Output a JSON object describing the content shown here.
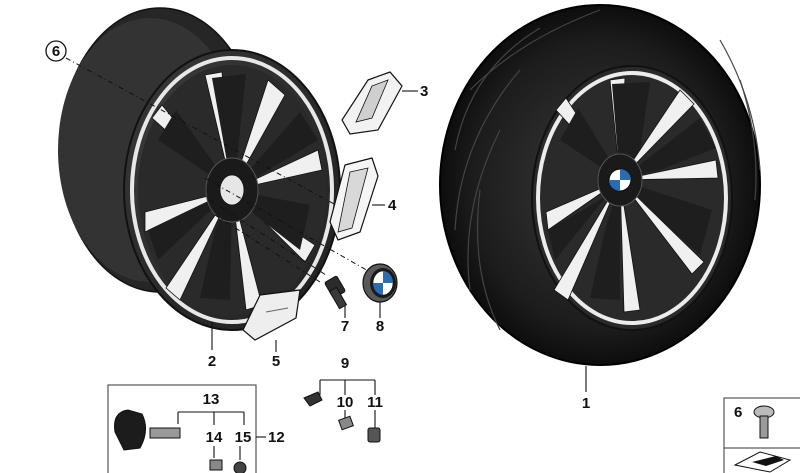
{
  "callouts": {
    "c1": "1",
    "c2": "2",
    "c3": "3",
    "c4": "4",
    "c5": "5",
    "c6": "6",
    "c7": "7",
    "c8": "8",
    "c9": "9",
    "c10": "10",
    "c11": "11",
    "c12": "12",
    "c13": "13",
    "c14": "14",
    "c15": "15",
    "inset_label": "6"
  },
  "colors": {
    "ink": "#111111",
    "rim_dark": "#2a2a2a",
    "tire": "#1a1a1a",
    "machined": "#f2f2f2",
    "bmw_blue": "#2b6cb0"
  }
}
